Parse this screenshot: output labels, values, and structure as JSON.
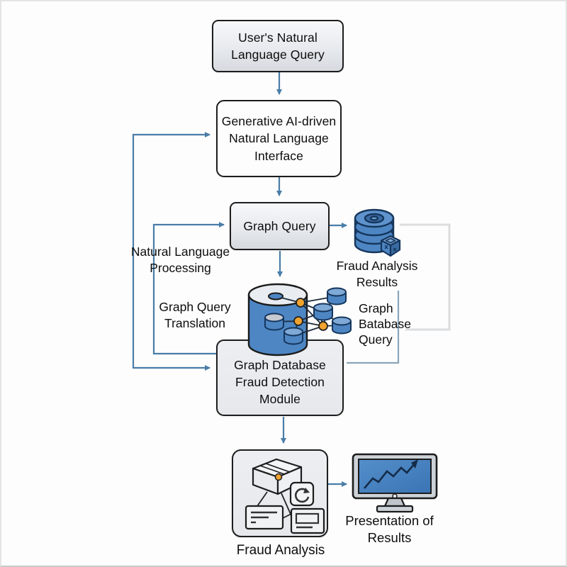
{
  "diagram": {
    "nodes": {
      "user_query": {
        "label": "User's Natural Language Query"
      },
      "genai_interface": {
        "label": "Generative AI-driven Natural Language Interface"
      },
      "graph_query": {
        "label": "Graph Query"
      },
      "fraud_results": {
        "label": "Fraud Analysis Results"
      },
      "graph_db_module": {
        "label": "Graph Database Fraud Detection Module"
      },
      "fraud_analysis": {
        "label": "Fraud Analysis"
      },
      "presentation": {
        "label": "Presentation of Results"
      }
    },
    "edge_labels": {
      "nlp": {
        "label": "Natural Language Processing"
      },
      "graph_query_translation": {
        "label": "Graph Query Translation"
      },
      "graph_database_query": {
        "label": "Graph Batabase Query"
      }
    },
    "icons": [
      "database-stack-icon",
      "graph-database-cylinder-icon",
      "fraud-analysis-package-icon",
      "results-monitor-icon"
    ],
    "colors": {
      "connector_blue": "#4a7da8",
      "connector_light": "#8aa6ba",
      "loop_gray": "#dcdddf",
      "node_border": "#1d1d1d",
      "database_blue": "#4d86c3",
      "database_outline": "#16365c",
      "highlight_orange": "#f0a32f",
      "screen_blue": "#4583c2",
      "monitor_gray": "#cdd2d7"
    }
  }
}
